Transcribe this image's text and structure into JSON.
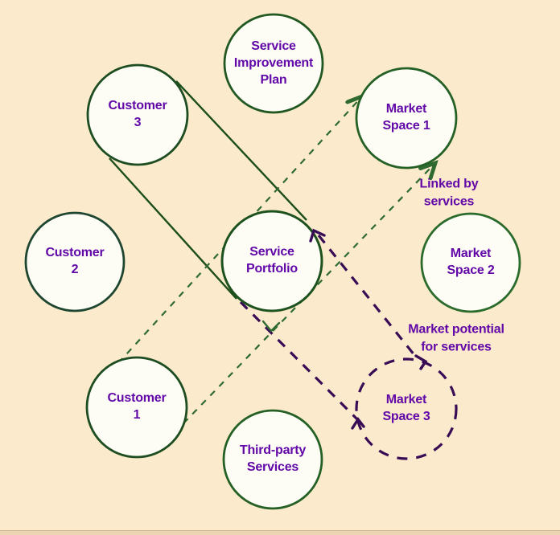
{
  "figure": {
    "description": "Service portfolio, customers and market spaces diagram",
    "background_color": "#FBEACC",
    "node_fill": "#FDFDF6",
    "node_stroke_color": "#225822",
    "text_color": "#6209A8",
    "solid_link_color": "#1C4E1C",
    "dashed_green_link_color": "#2F6B30",
    "dashed_purple_link_color": "#380D55"
  },
  "nodes": {
    "service_improvement_plan": {
      "label": "Service\nImprovement\nPlan"
    },
    "customer_3": {
      "label": "Customer\n3"
    },
    "market_space_1": {
      "label": "Market\nSpace 1"
    },
    "customer_2": {
      "label": "Customer\n2"
    },
    "service_portfolio": {
      "label": "Service\nPortfolio"
    },
    "market_space_2": {
      "label": "Market\nSpace 2"
    },
    "customer_1": {
      "label": "Customer\n1"
    },
    "market_space_3": {
      "label": "Market\nSpace 3"
    },
    "third_party_services": {
      "label": "Third-party\nServices"
    }
  },
  "annotations": {
    "linked_by": {
      "text": "Linked by\nservices"
    },
    "market_potential": {
      "text": "Market potential\nfor services"
    }
  },
  "connections": {
    "customer3_portfolio": {
      "style": "solid green loop",
      "from": "Customer 3",
      "to": "Service Portfolio"
    },
    "customer1_marketspace1": {
      "style": "dashed green arrows",
      "from": "Customer 1",
      "to": "Market Space 1",
      "meaning": "Linked by services"
    },
    "portfolio_marketspace3": {
      "style": "dashed purple arrows",
      "from": "Service Portfolio",
      "to": "Market Space 3",
      "meaning": "Market potential for services"
    }
  }
}
